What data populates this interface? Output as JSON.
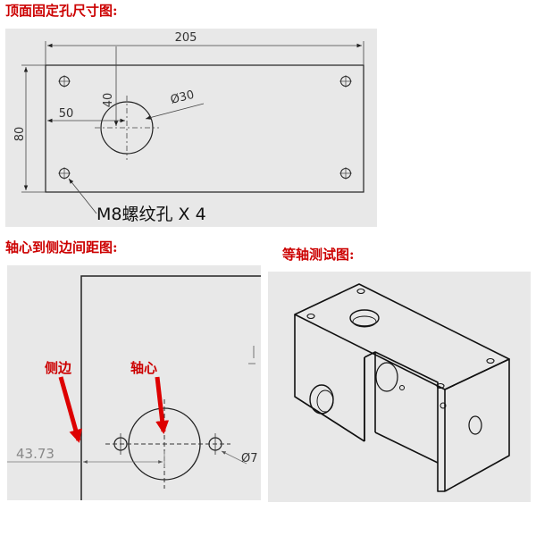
{
  "captions": {
    "top_view": "顶面固定孔尺寸图:",
    "axis_to_side": "轴心到侧边间距图:",
    "isometric": "等轴测试图:"
  },
  "top_view": {
    "dim_width": "205",
    "dim_height": "80",
    "dim_center_x": "50",
    "dim_center_y": "40",
    "dim_bore": "Ø30",
    "callout": "M8螺纹孔 X 4"
  },
  "axis_view": {
    "label_side": "侧边",
    "label_axis": "轴心",
    "dim_distance": "43.73",
    "dim_partial": "Ø7"
  },
  "colors": {
    "caption": "#cc0000",
    "panel_bg": "#e8e8e8",
    "line": "#222222",
    "arrow": "#dd0000"
  }
}
